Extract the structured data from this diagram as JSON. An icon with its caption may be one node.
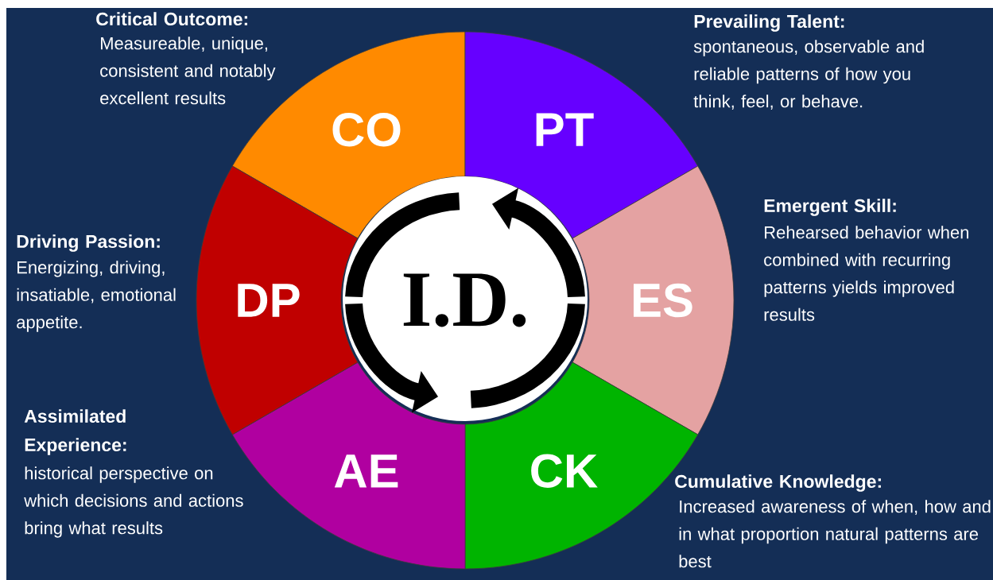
{
  "diagram": {
    "nodes": [
      {
        "text": [
          "CO"
        ],
        "beside": [
          "Critical Outcome:",
          "Measureable, unique, consistent and notably excellent results"
        ]
      },
      {
        "text": [
          "PT"
        ],
        "beside": [
          "Prevailing Talent:",
          "spontaneous, observable and reliable patterns of how you think, feel, or behave."
        ]
      },
      {
        "text": [
          "ES"
        ],
        "beside": [
          "Emergent Skill:",
          "Rehearsed behavior when combined with recurring patterns yields improved results"
        ]
      },
      {
        "text": [
          "CK"
        ],
        "beside": [
          "Cumulative Knowledge:",
          "Increased awareness of when, how and in what proportion natural patterns are best"
        ]
      },
      {
        "text": [
          "AE"
        ],
        "beside": [
          "Assimilated Experience:",
          "historical perspective on which decisions and actions bring what results"
        ]
      },
      {
        "text": [
          "DP"
        ],
        "beside": [
          "Driving Passion:",
          "Energizing, driving, insatiable, emotional appetite."
        ]
      },
      {
        "text": [
          "I.D."
        ]
      }
    ]
  }
}
